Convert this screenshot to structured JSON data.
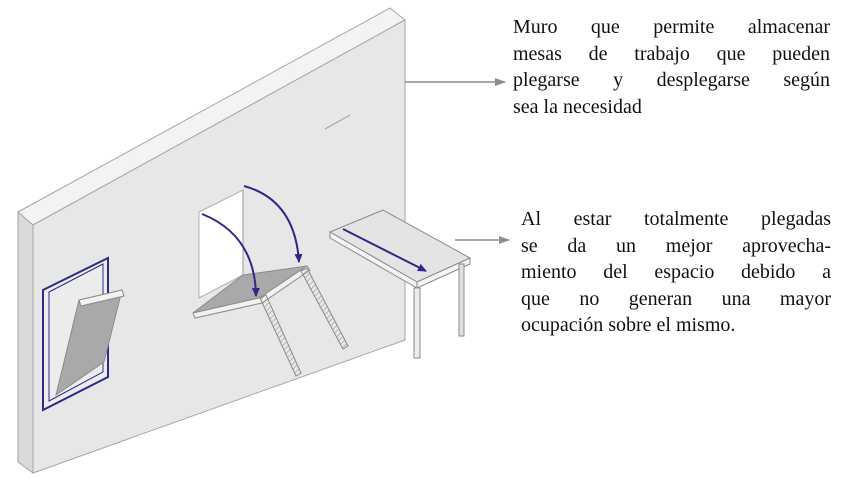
{
  "annotations": {
    "wall_note": {
      "lines": [
        "Muro que permite almacenar",
        "mesas de trabajo que pueden",
        "plegarse y desplegarse según",
        "sea la necesidad"
      ]
    },
    "folded_note": {
      "lines": [
        "Al estar totalmente plegadas",
        "se da un mejor aprovecha-",
        "miento del espacio debido a",
        "que no generan una mayor",
        "ocupación sobre el mismo."
      ]
    }
  },
  "colors": {
    "wall_face": "#e7e7e7",
    "wall_top": "#f3f3f3",
    "wall_side": "#dadada",
    "outline": "#a6a6a6",
    "accent": "#2c2a86",
    "leader": "#8c8c8c",
    "panel_fill": "#a9a9a9"
  }
}
